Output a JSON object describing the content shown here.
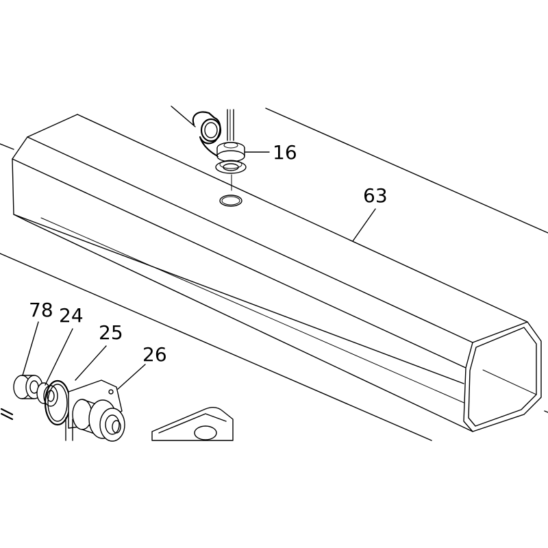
{
  "callouts": {
    "c16": "16",
    "c63": "63",
    "c78": "78",
    "c24": "24",
    "c25": "25",
    "c26": "26"
  }
}
